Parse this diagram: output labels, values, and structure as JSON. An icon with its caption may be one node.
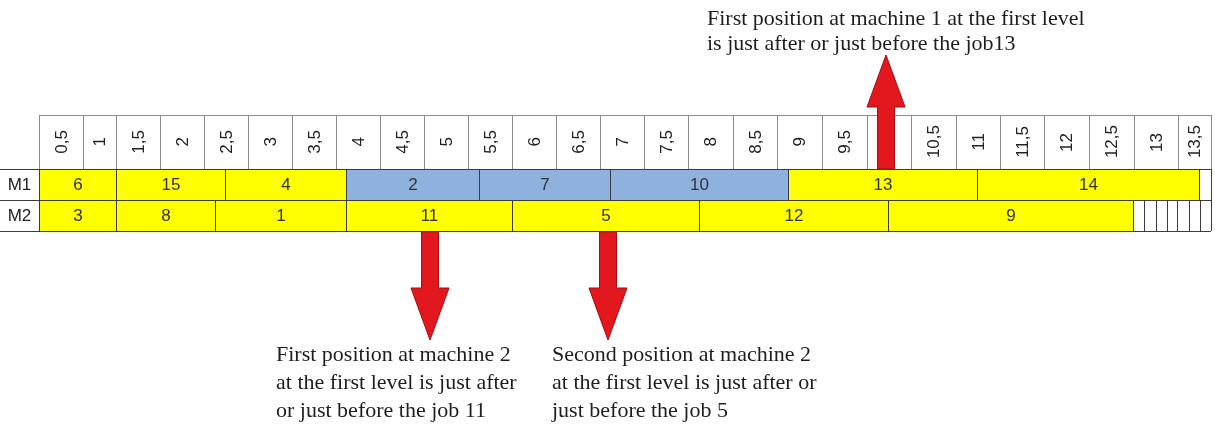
{
  "diagram": {
    "nodes": [
      {
        "text": [
          "First position at machine 1 at the first level is just after or just before the job13"
        ]
      },
      {
        "text": [
          "6"
        ]
      },
      {
        "text": [
          "15"
        ]
      },
      {
        "text": [
          "4"
        ]
      },
      {
        "text": [
          "2"
        ]
      },
      {
        "text": [
          "7"
        ]
      },
      {
        "text": [
          "10"
        ]
      },
      {
        "text": [
          "13"
        ]
      },
      {
        "text": [
          "14"
        ]
      },
      {
        "text": [
          "3"
        ]
      },
      {
        "text": [
          "8"
        ]
      },
      {
        "text": [
          "1"
        ]
      },
      {
        "text": [
          "11"
        ]
      },
      {
        "text": [
          "5"
        ]
      },
      {
        "text": [
          "12"
        ]
      },
      {
        "text": [
          "9"
        ]
      },
      {
        "text": [
          "First position at machine 2 at the first level is just after or just before the job 11"
        ]
      },
      {
        "text": [
          "Second position at machine 2 at the first level is just after or just before the job 5"
        ]
      }
    ],
    "edges": [
      {
        "from": 7,
        "to": 0,
        "arrow": "to"
      },
      {
        "from": 12,
        "to": 16,
        "arrow": "to"
      },
      {
        "from": 13,
        "to": 17,
        "arrow": "to"
      }
    ],
    "labels": [
      "0,5",
      "1",
      "1,5",
      "2",
      "2,5",
      "3",
      "3,5",
      "4",
      "4,5",
      "5",
      "5,5",
      "6",
      "6,5",
      "7",
      "7,5",
      "8",
      "8,5",
      "9",
      "9,5",
      "10,5",
      "11",
      "11,5",
      "12",
      "12,5",
      "13",
      "13,5",
      "M1",
      "M2"
    ]
  }
}
